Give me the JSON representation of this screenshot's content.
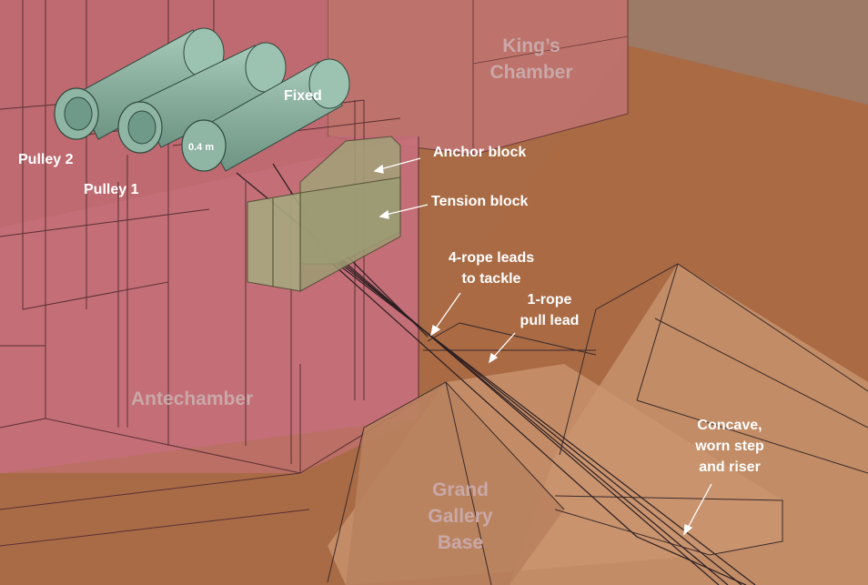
{
  "labels": {
    "kings_chamber": [
      "King’s",
      "Chamber"
    ],
    "fixed": "Fixed",
    "pulley_2": "Pulley 2",
    "pulley_1": "Pulley 1",
    "diameter": "0.4 m",
    "anchor_block": "Anchor block",
    "tension_block": "Tension block",
    "four_rope_leads": [
      "4-rope leads",
      "to tackle"
    ],
    "one_rope_lead": [
      "1-rope",
      "pull lead"
    ],
    "antechamber": "Antechamber",
    "grand_gallery_base": [
      "Grand",
      "Gallery",
      "Base"
    ],
    "concave_step": [
      "Concave,",
      "worn step",
      "and riser"
    ]
  },
  "colors": {
    "background_upper": "#9c6a55",
    "background_lower": "#a86b45",
    "chamber_fill": "#c7707a",
    "gallery_fill": "#c9906a",
    "cylinder_fill": "#8fb5a4",
    "block_fill": "#a2a27a",
    "label_text": "#ffffff",
    "region_label": "#c9a8a8",
    "edge_line": "#3a2a2a"
  }
}
